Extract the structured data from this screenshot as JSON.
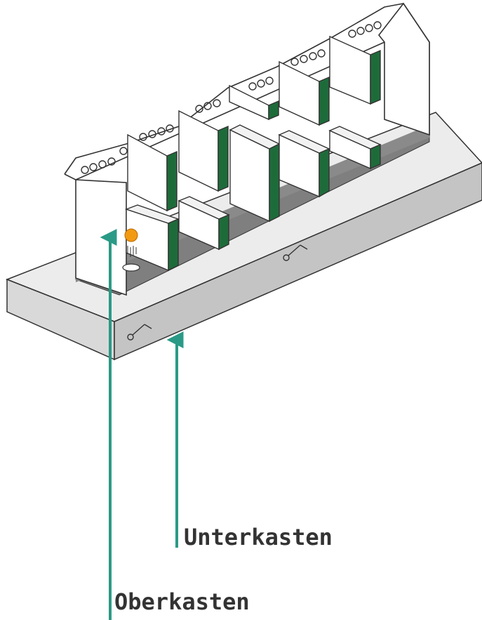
{
  "labels": {
    "unterkasten": "Unterkasten",
    "oberkasten": "Oberkasten"
  },
  "colors": {
    "arrow": "#2a9a86",
    "divider_edge": "#1e6b3a",
    "base_top": "#ececec",
    "base_front": "#cfcfcf",
    "base_side": "#b8b8b8",
    "floor": "#7f7f7f",
    "ball": "#f29a12",
    "label_text": "#333333"
  },
  "icons": {
    "holes": "circle-holes",
    "ball": "falling-ball-icon",
    "lever": "lever-icon"
  }
}
